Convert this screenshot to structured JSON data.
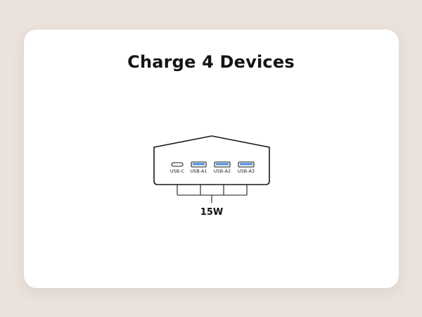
{
  "title": "Charge 4 Devices",
  "ports": [
    {
      "label": "USB-C",
      "type": "usb-c"
    },
    {
      "label": "USB-A1",
      "type": "usb-a"
    },
    {
      "label": "USB-A2",
      "type": "usb-a"
    },
    {
      "label": "USB-A3",
      "type": "usb-a"
    }
  ],
  "power_label": "15W",
  "colors": {
    "background": "#ebe2dc",
    "card": "#ffffff",
    "usb_a_port": "#4a8ee0",
    "outline": "#1a1a1a"
  }
}
